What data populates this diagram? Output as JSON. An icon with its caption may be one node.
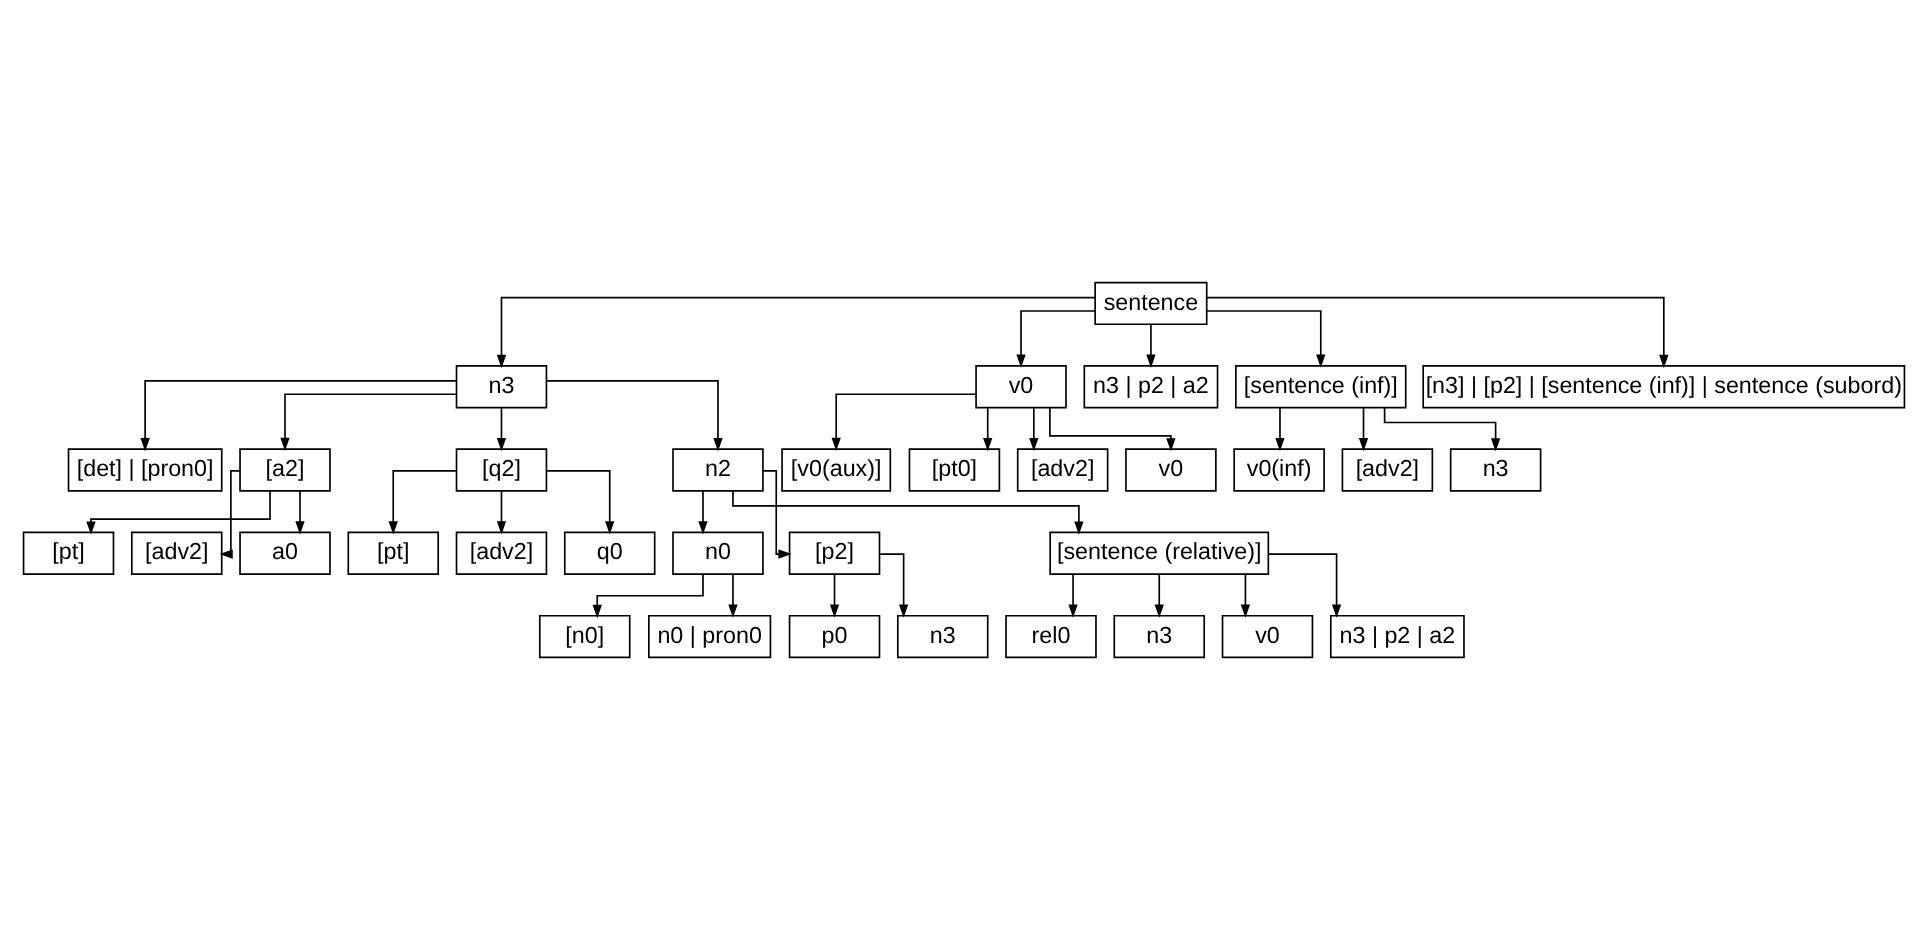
{
  "diagram": {
    "nodes": [
      {
        "text": [
          "sentence"
        ]
      },
      {
        "text": [
          "n3"
        ]
      },
      {
        "text": [
          "v0"
        ]
      },
      {
        "text": [
          "n3 | p2 | a2"
        ]
      },
      {
        "text": [
          "[sentence (inf)]"
        ]
      },
      {
        "text": [
          "[det] | [pron0]"
        ]
      },
      {
        "text": [
          "[a2]"
        ]
      },
      {
        "text": [
          "[q2]"
        ]
      },
      {
        "text": [
          "n2"
        ]
      },
      {
        "text": [
          "[v0(aux)]"
        ]
      },
      {
        "text": [
          "[pt0]"
        ]
      },
      {
        "text": [
          "[adv2]"
        ]
      },
      {
        "text": [
          "v0"
        ]
      },
      {
        "text": [
          "v0(inf)"
        ]
      },
      {
        "text": [
          "[adv2]"
        ]
      },
      {
        "text": [
          "n3"
        ]
      },
      {
        "text": [
          "[pt]"
        ]
      },
      {
        "text": [
          "[adv2]"
        ]
      },
      {
        "text": [
          "a0"
        ]
      },
      {
        "text": [
          "[pt]"
        ]
      },
      {
        "text": [
          "[adv2]"
        ]
      },
      {
        "text": [
          "q0"
        ]
      },
      {
        "text": [
          "n0"
        ]
      },
      {
        "text": [
          "[p2]"
        ]
      },
      {
        "text": [
          "[sentence (relative)]"
        ]
      },
      {
        "text": [
          "[n3] | [p2] | [sentence (inf)] | sentence (subord)"
        ]
      },
      {
        "text": [
          "[n0]"
        ]
      },
      {
        "text": [
          "n0 | pron0"
        ]
      },
      {
        "text": [
          "p0"
        ]
      },
      {
        "text": [
          "n3"
        ]
      },
      {
        "text": [
          "rel0"
        ]
      },
      {
        "text": [
          "n3"
        ]
      },
      {
        "text": [
          "v0"
        ]
      },
      {
        "text": [
          "n3 | p2 | a2"
        ]
      }
    ],
    "edges": [
      {
        "from": 0,
        "to": 1,
        "arrow": "to"
      },
      {
        "from": 0,
        "to": 2,
        "arrow": "to"
      },
      {
        "from": 0,
        "to": 3,
        "arrow": "to"
      },
      {
        "from": 0,
        "to": 4,
        "arrow": "to"
      },
      {
        "from": 0,
        "to": 25,
        "arrow": "to"
      },
      {
        "from": 1,
        "to": 5,
        "arrow": "to"
      },
      {
        "from": 1,
        "to": 6,
        "arrow": "to"
      },
      {
        "from": 1,
        "to": 7,
        "arrow": "to"
      },
      {
        "from": 1,
        "to": 8,
        "arrow": "to"
      },
      {
        "from": 2,
        "to": 9,
        "arrow": "to"
      },
      {
        "from": 2,
        "to": 10,
        "arrow": "to"
      },
      {
        "from": 2,
        "to": 11,
        "arrow": "to"
      },
      {
        "from": 2,
        "to": 12,
        "arrow": "to"
      },
      {
        "from": 4,
        "to": 13,
        "arrow": "to"
      },
      {
        "from": 4,
        "to": 14,
        "arrow": "to"
      },
      {
        "from": 4,
        "to": 15,
        "arrow": "to"
      },
      {
        "from": 6,
        "to": 16,
        "arrow": "to"
      },
      {
        "from": 6,
        "to": 17,
        "arrow": "to"
      },
      {
        "from": 6,
        "to": 18,
        "arrow": "to"
      },
      {
        "from": 7,
        "to": 19,
        "arrow": "to"
      },
      {
        "from": 7,
        "to": 20,
        "arrow": "to"
      },
      {
        "from": 7,
        "to": 21,
        "arrow": "to"
      },
      {
        "from": 8,
        "to": 22,
        "arrow": "to"
      },
      {
        "from": 8,
        "to": 23,
        "arrow": "to"
      },
      {
        "from": 8,
        "to": 24,
        "arrow": "to"
      },
      {
        "from": 22,
        "to": 26,
        "arrow": "to"
      },
      {
        "from": 22,
        "to": 27,
        "arrow": "to"
      },
      {
        "from": 23,
        "to": 28,
        "arrow": "to"
      },
      {
        "from": 23,
        "to": 29,
        "arrow": "to"
      },
      {
        "from": 24,
        "to": 30,
        "arrow": "to"
      },
      {
        "from": 24,
        "to": 31,
        "arrow": "to"
      },
      {
        "from": 24,
        "to": 32,
        "arrow": "to"
      },
      {
        "from": 24,
        "to": 33,
        "arrow": "to"
      }
    ]
  }
}
